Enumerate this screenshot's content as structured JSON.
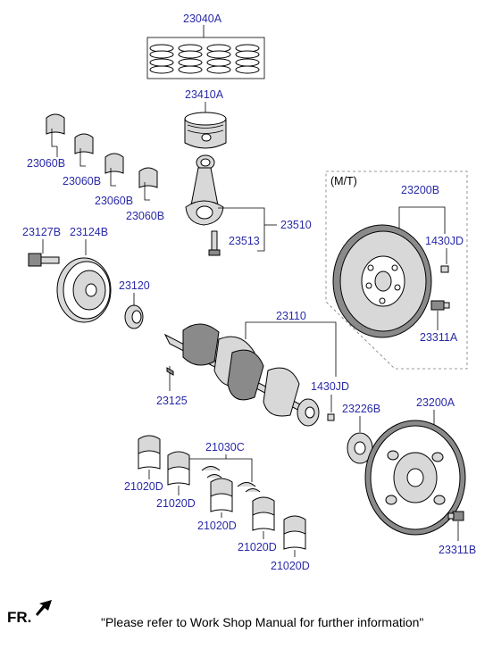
{
  "labels": {
    "piston_rings": "23040A",
    "piston": "23410A",
    "rod_bearing_1": "23060B",
    "rod_bearing_2": "23060B",
    "rod_bearing_3": "23060B",
    "rod_bearing_4": "23060B",
    "con_rod_bolt": "23127B",
    "damper_pulley": "23124B",
    "crank_sprocket": "23120",
    "con_rod": "23510",
    "con_rod_bolt_2": "23513",
    "crankshaft": "23110",
    "key": "23125",
    "dowel_pin": "1430JD",
    "mt_box_title": "(M/T)",
    "flywheel_mt": "23200B",
    "flywheel_pin": "1430JD",
    "flywheel_bolt_mt": "23311A",
    "thrust_washer": "21030C",
    "main_bearing_1": "21020D",
    "main_bearing_2": "21020D",
    "main_bearing_3": "21020D",
    "main_bearing_4": "21020D",
    "main_bearing_5": "21020D",
    "flex_plate_spacer": "23226B",
    "drive_plate": "23200A",
    "drive_plate_bolt": "23311B"
  },
  "footer": {
    "direction": "FR.",
    "note": "\"Please refer to Work Shop Manual for further information\""
  },
  "colors": {
    "label": "#2a2aa8",
    "line": "#000000",
    "part_fill": "#d8d8d8"
  }
}
